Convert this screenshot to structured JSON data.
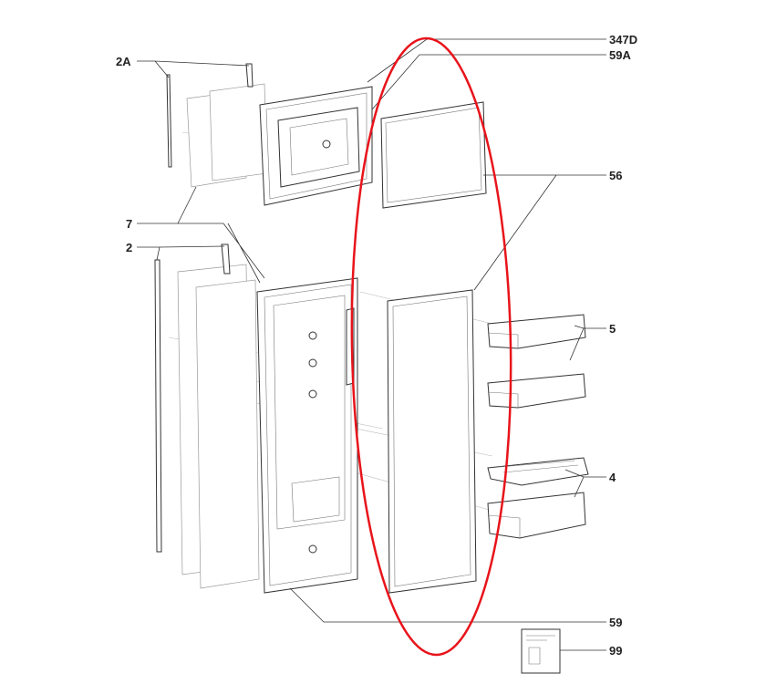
{
  "diagram": {
    "labels": {
      "l_2A": "2A",
      "l_7": "7",
      "l_2": "2",
      "l_347D": "347D",
      "l_59A": "59A",
      "l_56": "56",
      "l_5": "5",
      "l_4": "4",
      "l_59": "59",
      "l_99": "99"
    },
    "highlight_color": "#e8141b"
  }
}
